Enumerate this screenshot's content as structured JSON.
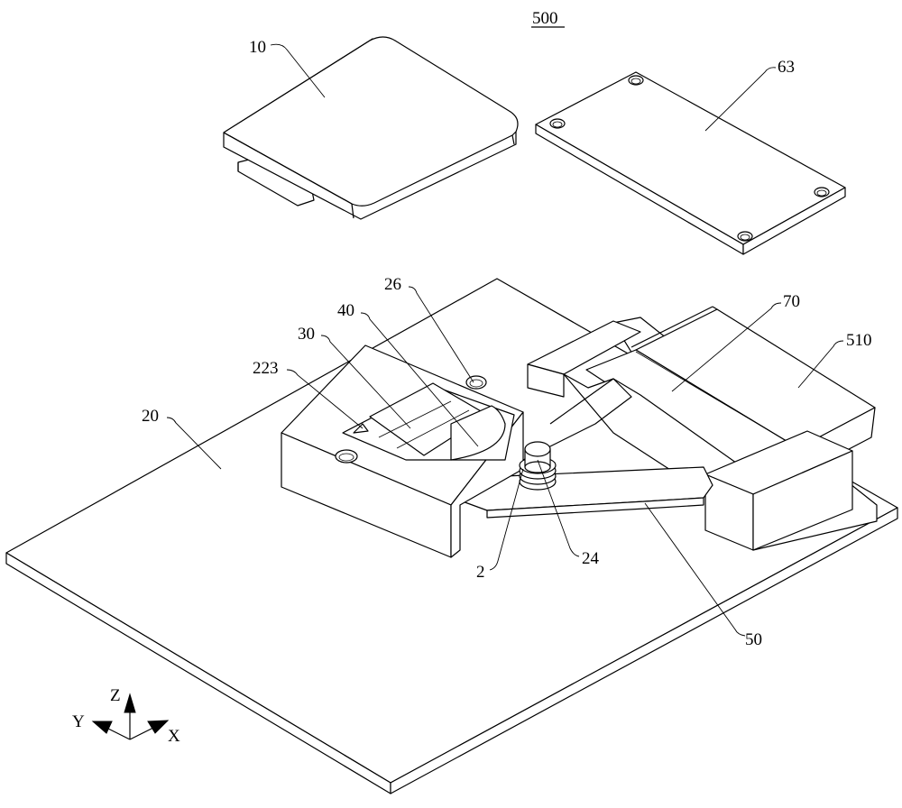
{
  "figure": {
    "assembly_number": "500",
    "labels": {
      "l10": "10",
      "l63": "63",
      "l26": "26",
      "l40": "40",
      "l30": "30",
      "l223": "223",
      "l20": "20",
      "l70": "70",
      "l510": "510",
      "l2": "2",
      "l24": "24",
      "l50": "50"
    },
    "axes": {
      "z": "Z",
      "y": "Y",
      "x": "X"
    }
  }
}
